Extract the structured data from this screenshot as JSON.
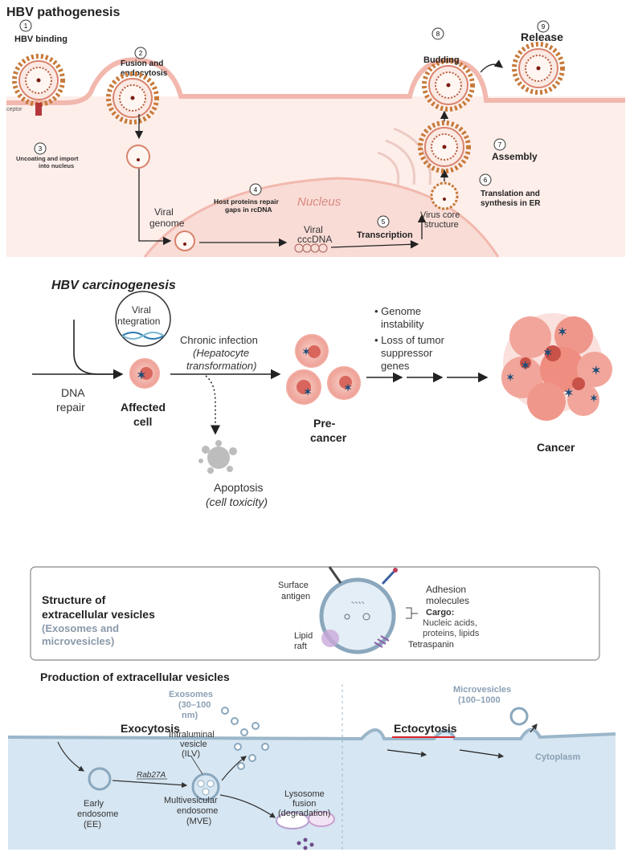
{
  "pathogenesis": {
    "title": "HBV pathogenesis",
    "steps": [
      {
        "num": "1",
        "label": "HBV  binding"
      },
      {
        "num": "2",
        "label1": "Fusion and",
        "label2": "endocytosis"
      },
      {
        "num": "3",
        "label1": "Uncoating and import",
        "label2": "into nucleus"
      },
      {
        "num": "4",
        "label1": "Host proteins repair",
        "label2": "gaps in rcDNA"
      },
      {
        "num": "5",
        "label": "Transcription"
      },
      {
        "num": "6",
        "label1": "Translation and",
        "label2": "synthesis in ER"
      },
      {
        "num": "7",
        "label": "Assembly"
      },
      {
        "num": "8",
        "label": "Budding"
      },
      {
        "num": "9",
        "label": "Release"
      }
    ],
    "receptor": "ceptor",
    "nucleus": "Nucleus",
    "viral_genome1": "Viral",
    "viral_genome2": "genome",
    "viral_cccdna1": "Viral",
    "viral_cccdna2": "cccDNA",
    "virus_core1": "Virus core",
    "virus_core2": "structure"
  },
  "carcinogenesis": {
    "title": "HBV carcinogenesis",
    "viral_integration1": "Viral",
    "viral_integration2": "ntegration",
    "dna_repair1": "DNA",
    "dna_repair2": "repair",
    "affected_cell1": "Affected",
    "affected_cell2": "cell",
    "chronic1": "Chronic infection",
    "chronic2": "(Hepatocyte",
    "chronic3": "transformation)",
    "apoptosis1": "Apoptosis",
    "apoptosis2": "(cell toxicity)",
    "precancer1": "Pre-",
    "precancer2": "cancer",
    "bullet1a": "• Genome",
    "bullet1b": "instability",
    "bullet2a": "• Loss of tumor",
    "bullet2b": "suppressor",
    "bullet2c": "genes",
    "cancer": "Cancer"
  },
  "ev_structure": {
    "title1": "Structure of",
    "title2": "extracellular vesicles",
    "subtitle1": "(Exosomes and",
    "subtitle2": "microvesicles)",
    "surface1": "Surface",
    "surface2": "antigen",
    "adhesion1": "Adhesion",
    "adhesion2": "molecules",
    "cargo_title": "Cargo:",
    "cargo1": "Nucleic acids,",
    "cargo2": "proteins, lipids",
    "lipid1": "Lipid",
    "lipid2": "raft",
    "tetraspanin": "Tetraspanin"
  },
  "ev_production": {
    "title": "Production of extracellular vesicles",
    "exosomes1": "Exosomes",
    "exosomes2": "(30–100",
    "exosomes3": "nm)",
    "exocytosis": "Exocytosis",
    "microvesicles1": "Microvesicles",
    "microvesicles2": "(100–1000",
    "ectocytosis": "Ectocytosis",
    "cytoplasm": "Cytoplasm",
    "ilv1": "Intraluminal",
    "ilv2": "vesicle",
    "ilv3": "(ILV)",
    "early1": "Early",
    "early2": "endosome",
    "early3": "(EE)",
    "rab": "Rab27A",
    "mve1": "Multivesicular",
    "mve2": "endosome",
    "mve3": "(MVE)",
    "lyso1": "Lysosome",
    "lyso2": "fusion",
    "lyso3": "(degradation)"
  },
  "colors": {
    "cell_pink": "#f4c7c0",
    "cell_dark": "#c8524a",
    "membrane": "#f0b6ae",
    "star_blue": "#1e4e79",
    "ev_blue": "#d6e6f2",
    "ev_edge": "#8aa7bd",
    "ectocytosis_underline": "#d9262b"
  }
}
